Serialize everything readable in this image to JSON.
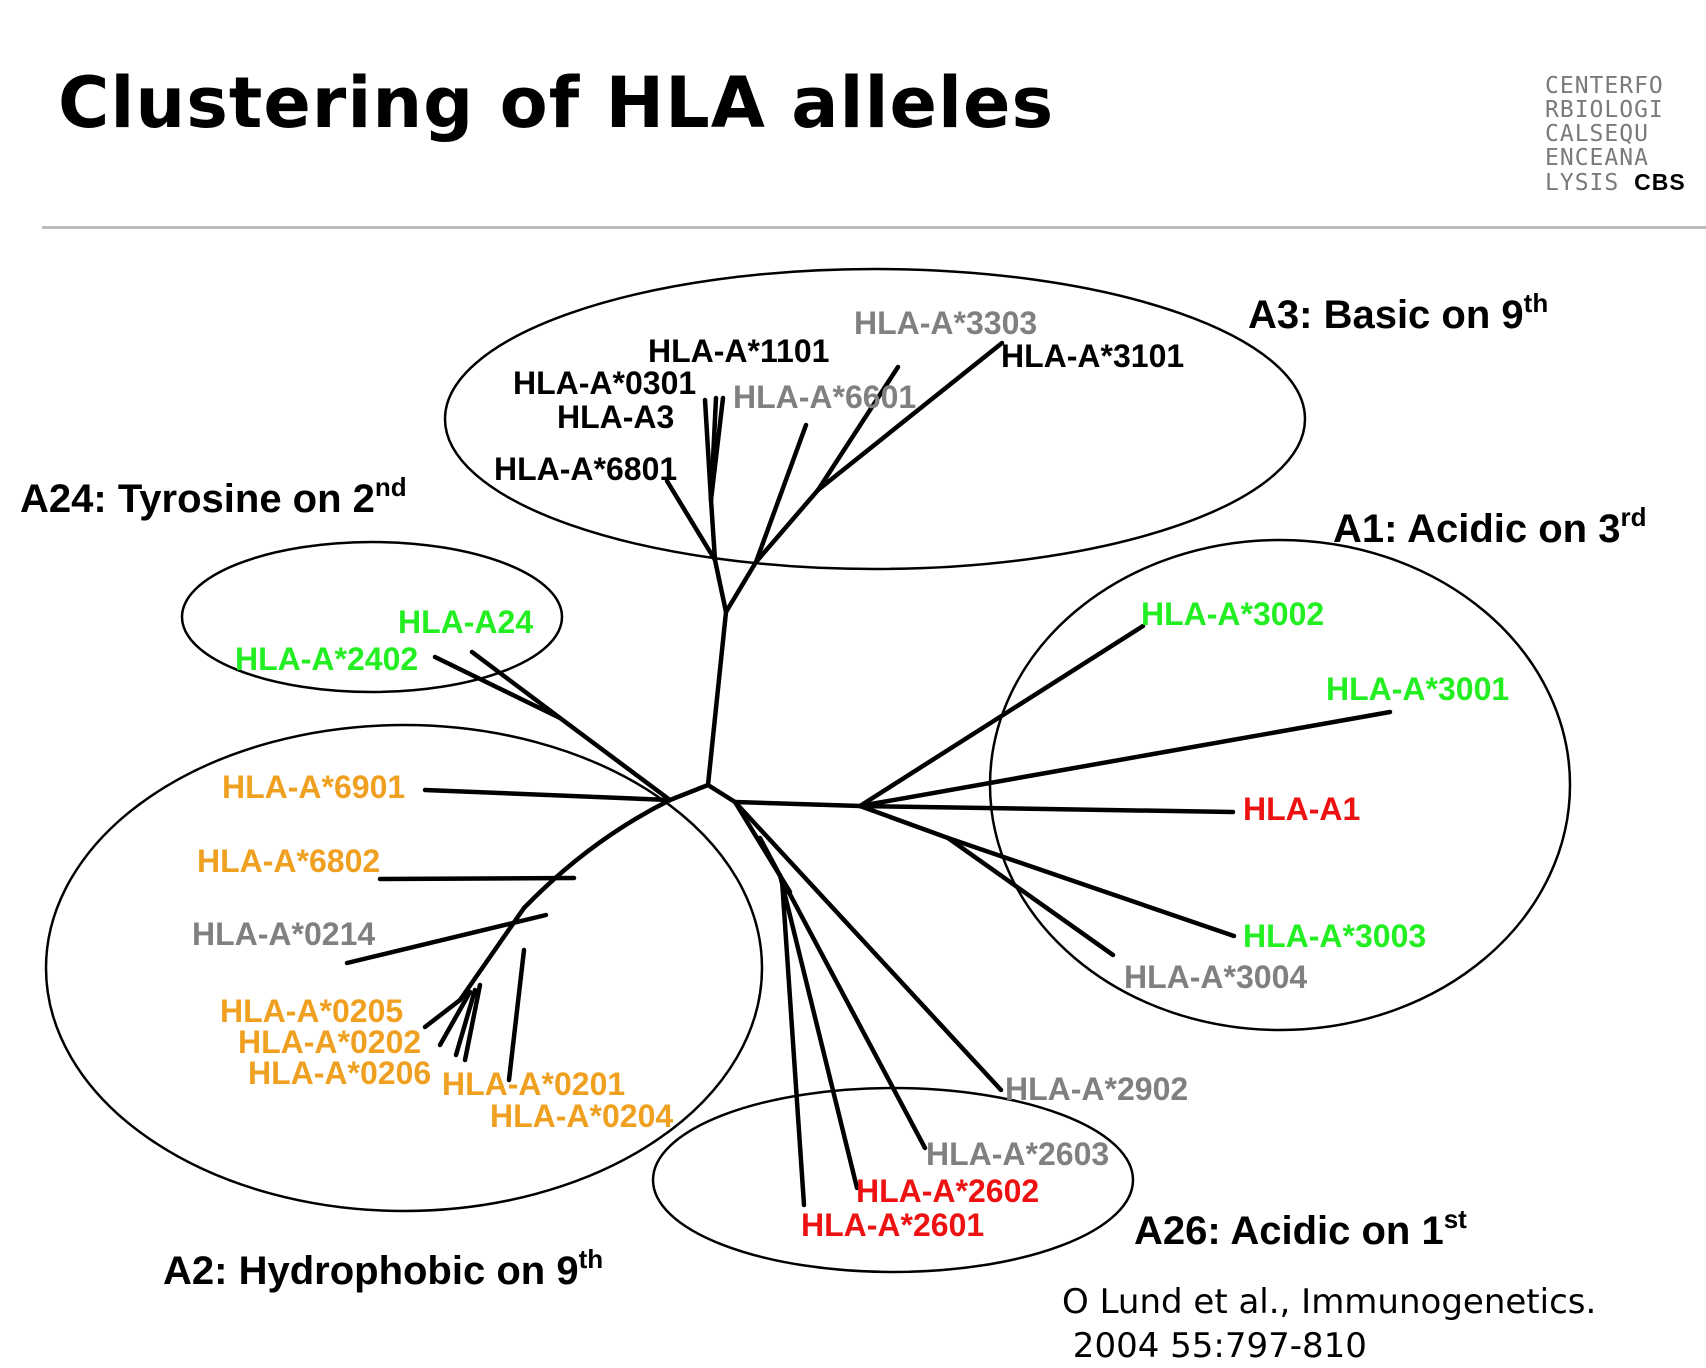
{
  "title": "Clustering of HLA alleles",
  "logo": {
    "lines": [
      "CENTERFO",
      "RBIOLOGI",
      "CALSEQU",
      "ENCEANA",
      "LYSIS"
    ],
    "bold_suffix": "CBS"
  },
  "groups": {
    "a3": {
      "main": "A3: Basic on 9",
      "sup": "th"
    },
    "a24": {
      "main": "A24: Tyrosine on 2",
      "sup": "nd"
    },
    "a1": {
      "main": "A1: Acidic on 3",
      "sup": "rd"
    },
    "a2": {
      "main": "A2: Hydrophobic on 9",
      "sup": "th"
    },
    "a26": {
      "main": "A26: Acidic on 1",
      "sup": "st"
    }
  },
  "colors": {
    "black": "#000000",
    "gray": "#808080",
    "green": "#22ee22",
    "orange": "#f0a020",
    "red": "#ee1111"
  },
  "alleles": {
    "a3303": "HLA-A*3303",
    "a1101": "HLA-A*1101",
    "a3101": "HLA-A*3101",
    "a0301": "HLA-A*0301",
    "a6601": "HLA-A*6601",
    "a3": "HLA-A3",
    "a6801": "HLA-A*6801",
    "a24": "HLA-A24",
    "a2402": "HLA-A*2402",
    "a3002": "HLA-A*3002",
    "a3001": "HLA-A*3001",
    "a1": "HLA-A1",
    "a3003": "HLA-A*3003",
    "a3004": "HLA-A*3004",
    "a6901": "HLA-A*6901",
    "a6802": "HLA-A*6802",
    "a0214": "HLA-A*0214",
    "a0205": "HLA-A*0205",
    "a0202": "HLA-A*0202",
    "a0206": "HLA-A*0206",
    "a0201": "HLA-A*0201",
    "a0204": "HLA-A*0204",
    "a2902": "HLA-A*2902",
    "a2603": "HLA-A*2603",
    "a2602": "HLA-A*2602",
    "a2601": "HLA-A*2601"
  },
  "citation": {
    "line1": "O Lund et al., Immunogenetics.",
    "line2": " 2004 55:797-810"
  }
}
